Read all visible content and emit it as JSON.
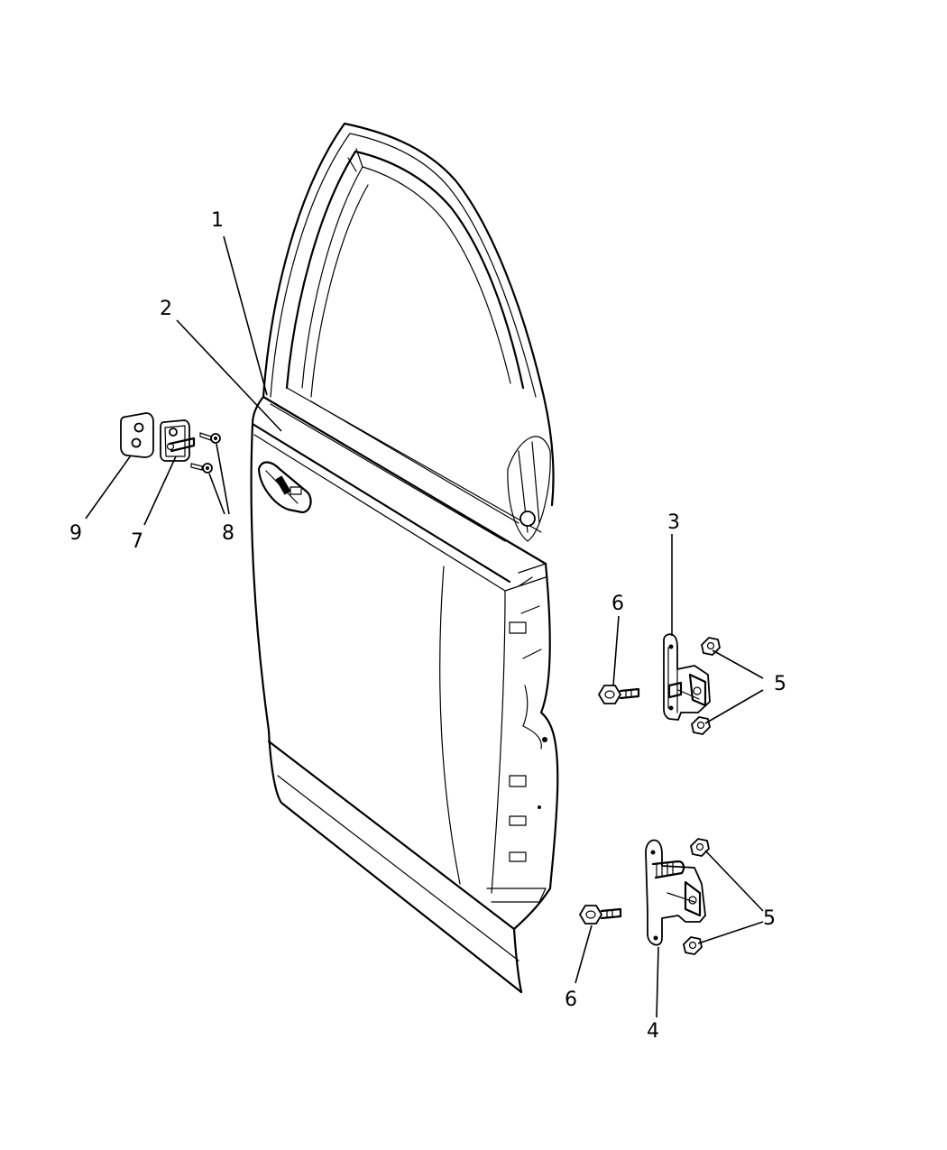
{
  "callouts": {
    "c1": "1",
    "c2": "2",
    "c3": "3",
    "c4": "4",
    "c5a": "5",
    "c5b": "5",
    "c6a": "6",
    "c6b": "6",
    "c7": "7",
    "c8": "8",
    "c9": "9"
  }
}
